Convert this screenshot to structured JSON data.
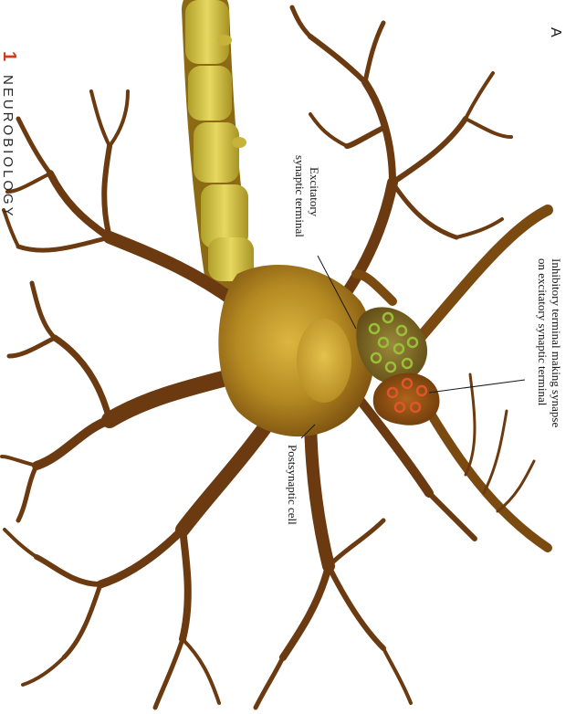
{
  "figure": {
    "panel_label": "A",
    "side_text": "NEUROBIOLOGY",
    "side_mark": "1"
  },
  "labels": {
    "inhibitory_line1": "Inhibitory terminal making synapse",
    "inhibitory_line2": "on excitatory synaptic terminal",
    "excitatory_line1": "Excitatory",
    "excitatory_line2": "synaptic terminal",
    "postsynaptic": "Postsynaptic cell"
  },
  "colors": {
    "dendrite": "#6b3a10",
    "soma": "#a7781a",
    "axon_myelin": "#d6c646",
    "excitatory_vesicle": "#9bbf3a",
    "inhibitory_vesicle": "#d8441c"
  }
}
